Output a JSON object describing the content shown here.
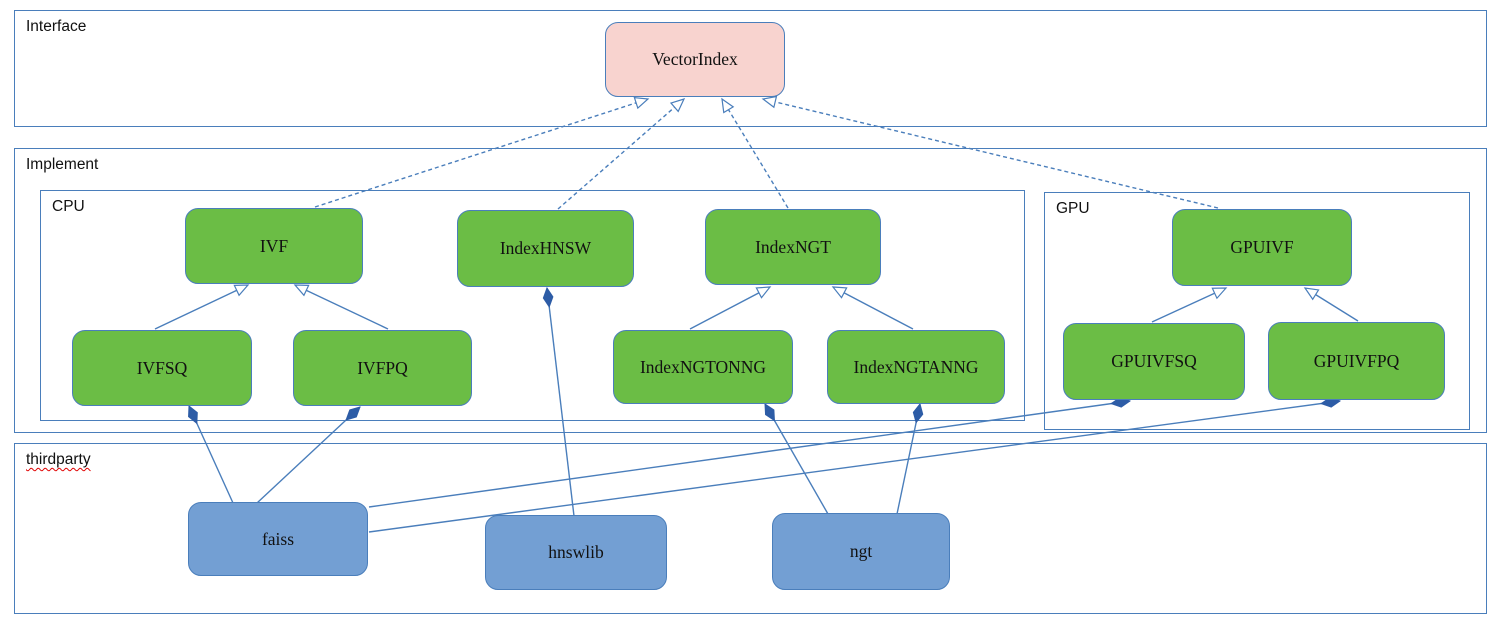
{
  "diagram": {
    "containers": {
      "interface": {
        "label": "Interface"
      },
      "implement": {
        "label": "Implement"
      },
      "cpu": {
        "label": "CPU"
      },
      "gpu": {
        "label": "GPU"
      },
      "thirdparty": {
        "label": "thirdparty",
        "spellcheck_underline": true
      }
    },
    "nodes": {
      "vectorindex": {
        "label": "VectorIndex",
        "container": "interface",
        "fill": "pink"
      },
      "ivf": {
        "label": "IVF",
        "container": "cpu",
        "fill": "green"
      },
      "indexhnsw": {
        "label": "IndexHNSW",
        "container": "cpu",
        "fill": "green"
      },
      "indexngt": {
        "label": "IndexNGT",
        "container": "cpu",
        "fill": "green"
      },
      "ivfsq": {
        "label": "IVFSQ",
        "container": "cpu",
        "fill": "green"
      },
      "ivfpq": {
        "label": "IVFPQ",
        "container": "cpu",
        "fill": "green"
      },
      "indexngtonng": {
        "label": "IndexNGTONNG",
        "container": "cpu",
        "fill": "green"
      },
      "indexngtanng": {
        "label": "IndexNGTANNG",
        "container": "cpu",
        "fill": "green"
      },
      "gpuivf": {
        "label": "GPUIVF",
        "container": "gpu",
        "fill": "green"
      },
      "gpuivfsq": {
        "label": "GPUIVFSQ",
        "container": "gpu",
        "fill": "green"
      },
      "gpuivfpq": {
        "label": "GPUIVFPQ",
        "container": "gpu",
        "fill": "green"
      },
      "faiss": {
        "label": "faiss",
        "container": "thirdparty",
        "fill": "blue"
      },
      "hnswlib": {
        "label": "hnswlib",
        "container": "thirdparty",
        "fill": "blue"
      },
      "ngt": {
        "label": "ngt",
        "container": "thirdparty",
        "fill": "blue"
      }
    },
    "edges": [
      {
        "from": "ivf",
        "to": "vectorindex",
        "type": "realization",
        "style": "dashed",
        "marker": "hollow-arrow-at-to"
      },
      {
        "from": "indexhnsw",
        "to": "vectorindex",
        "type": "realization",
        "style": "dashed",
        "marker": "hollow-arrow-at-to"
      },
      {
        "from": "indexngt",
        "to": "vectorindex",
        "type": "realization",
        "style": "dashed",
        "marker": "hollow-arrow-at-to"
      },
      {
        "from": "gpuivf",
        "to": "vectorindex",
        "type": "realization",
        "style": "dashed",
        "marker": "hollow-arrow-at-to"
      },
      {
        "from": "ivfsq",
        "to": "ivf",
        "type": "generalization",
        "style": "solid",
        "marker": "hollow-arrow-at-to"
      },
      {
        "from": "ivfpq",
        "to": "ivf",
        "type": "generalization",
        "style": "solid",
        "marker": "hollow-arrow-at-to"
      },
      {
        "from": "indexngtonng",
        "to": "indexngt",
        "type": "generalization",
        "style": "solid",
        "marker": "hollow-arrow-at-to"
      },
      {
        "from": "indexngtanng",
        "to": "indexngt",
        "type": "generalization",
        "style": "solid",
        "marker": "hollow-arrow-at-to"
      },
      {
        "from": "gpuivfsq",
        "to": "gpuivf",
        "type": "generalization",
        "style": "solid",
        "marker": "hollow-arrow-at-to"
      },
      {
        "from": "gpuivfpq",
        "to": "gpuivf",
        "type": "generalization",
        "style": "solid",
        "marker": "hollow-arrow-at-to"
      },
      {
        "from": "indexhnsw",
        "to": "hnswlib",
        "type": "composition",
        "style": "solid",
        "marker": "filled-diamond-at-from"
      },
      {
        "from": "ivfsq",
        "to": "faiss",
        "type": "composition",
        "style": "solid",
        "marker": "filled-diamond-at-from"
      },
      {
        "from": "ivfpq",
        "to": "faiss",
        "type": "composition",
        "style": "solid",
        "marker": "filled-diamond-at-from"
      },
      {
        "from": "indexngtonng",
        "to": "ngt",
        "type": "composition",
        "style": "solid",
        "marker": "filled-diamond-at-from"
      },
      {
        "from": "indexngtanng",
        "to": "ngt",
        "type": "composition",
        "style": "solid",
        "marker": "filled-diamond-at-from"
      },
      {
        "from": "gpuivfsq",
        "to": "faiss",
        "type": "composition",
        "style": "solid",
        "marker": "filled-diamond-at-from"
      },
      {
        "from": "gpuivfpq",
        "to": "faiss",
        "type": "composition",
        "style": "solid",
        "marker": "filled-diamond-at-from"
      }
    ],
    "colors": {
      "line": "#4a7ebb",
      "container_border": "#4a7ebb",
      "node_border": "#4a7ebb",
      "interface_fill": "#f8d3cf",
      "implement_fill": "#6bbd45",
      "thirdparty_fill": "#739fd3",
      "diamond_fill": "#2d5ca6",
      "spellcheck_underline": "#e00000",
      "text": "#111111"
    }
  }
}
